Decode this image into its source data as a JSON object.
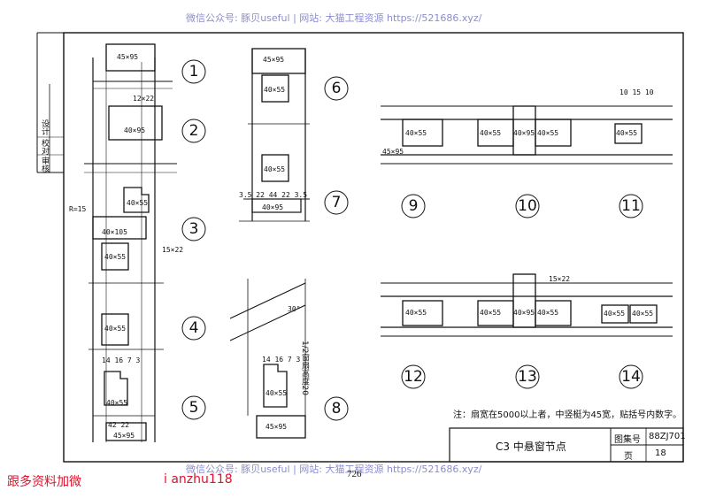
{
  "watermark": {
    "top": "微信公众号: 豚贝useful | 网站: 大猫工程资源 https://521686.xyz/",
    "bottom": "微信公众号: 豚贝useful | 网站: 大猫工程资源 https://521686.xyz/"
  },
  "promo": {
    "left": "跟多资料加微",
    "right": "i anzhu118"
  },
  "page_number": "726",
  "side_labels": [
    "校对",
    "设计",
    "审核"
  ],
  "details": [
    {
      "num": "1"
    },
    {
      "num": "2"
    },
    {
      "num": "3"
    },
    {
      "num": "4"
    },
    {
      "num": "5"
    },
    {
      "num": "6"
    },
    {
      "num": "7"
    },
    {
      "num": "8"
    },
    {
      "num": "9"
    },
    {
      "num": "10"
    },
    {
      "num": "11"
    },
    {
      "num": "12"
    },
    {
      "num": "13"
    },
    {
      "num": "14"
    }
  ],
  "section_labels": {
    "s45x95": "45×95",
    "s40x95": "40×95",
    "s40x55": "40×55",
    "s40x105": "40×105",
    "s45x95b": "45×95",
    "s12x22": "12×22",
    "s15x22": "15×22",
    "r15": "R=15",
    "s40x95_45x95": "40×95\n45×95",
    "angle": "30°",
    "slope_note": "1/2窗扇高度20",
    "dims_a": "3.5 22  44  22 3.5",
    "dims_b": "14 16 7 3",
    "dims_c": "42  22",
    "dims_d": "10 15 10"
  },
  "note": "注：扇宽在5000以上者，中竖梃为45宽，贴括号内数字。",
  "title_block": {
    "title": "C3 中悬窗节点",
    "atlas_label": "图集号",
    "atlas_code": "88ZJ701",
    "page_label": "页",
    "page_value": "18"
  }
}
